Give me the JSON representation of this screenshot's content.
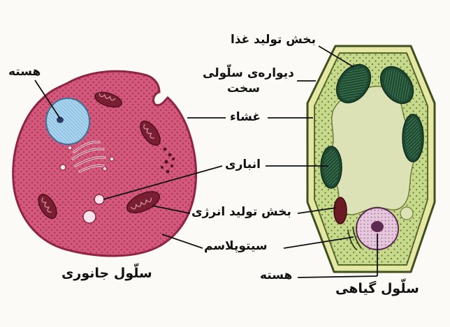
{
  "labels": {
    "nucleus_left": "هسته",
    "food_production": "بخش تولید غذا",
    "cell_wall_line1": "دیواره‌ی سلّولی",
    "cell_wall_line2": "سخت",
    "membrane": "غشاء",
    "vacuole": "انباری",
    "energy_production": "بخش تولید انرژی",
    "cytoplasm": "سیتوپلاسم",
    "nucleus_bottom": "هسته",
    "animal_cell_title": "سلّول جانوری",
    "plant_cell_title": "سلّول گیاهی"
  },
  "colors": {
    "animal_cytoplasm": "#d4587c",
    "animal_outline": "#8f2443",
    "animal_nucleus": "#a8d4ee",
    "mitochondria": "#7a1f33",
    "plant_wall": "#e4e8a4",
    "plant_outline": "#3f4f1d",
    "plant_cytoplasm": "#c7d98a",
    "plant_vacuole": "#dde2b6",
    "chloroplast": "#1e4a34",
    "plant_nucleus": "#e6c8dd",
    "leader_line": "#111111"
  }
}
